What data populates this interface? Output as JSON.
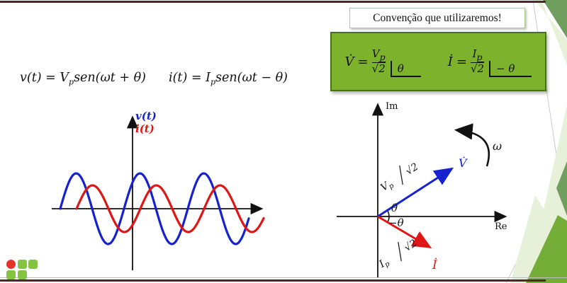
{
  "slide": {
    "title_box": {
      "text": "Convenção que utilizaremos!"
    },
    "convention_box": {
      "voltage": {
        "symbol": "V̇",
        "equals": "=",
        "num": "V",
        "num_sub": "p",
        "den_root": "√",
        "den_val": "2",
        "angle": "θ"
      },
      "current": {
        "symbol": "İ",
        "equals": "=",
        "num": "I",
        "num_sub": "p",
        "den_root": "√",
        "den_val": "2",
        "angle": "− θ"
      }
    },
    "time_equations": {
      "voltage": {
        "lhs": "v(t) = ",
        "amp": "V",
        "amp_sub": "p",
        "rest": "sen(ωt + θ)"
      },
      "current": {
        "lhs": "i(t) = ",
        "amp": "I",
        "amp_sub": "p",
        "rest": "sen(ωt − θ)"
      }
    },
    "waveform": {
      "labels": {
        "v": "v(t)",
        "i": "i(t)"
      },
      "axis": {
        "baseline": 295
      },
      "series": [
        {
          "name": "v(t)",
          "color": "#1622cf",
          "amp": 50,
          "period": 90,
          "zero_x": 85,
          "start": 85,
          "end": 352
        },
        {
          "name": "i(t)",
          "color": "#e01616",
          "amp": 33,
          "period": 90,
          "zero_x": 108,
          "start": 108,
          "end": 372
        }
      ],
      "phase_shift_deg": 92
    },
    "phasor": {
      "im_label": "Im",
      "re_label": "Re",
      "omega_label": "ω",
      "v_label": "V̇",
      "i_label": "İ",
      "theta_label": "θ",
      "neg_theta_label": "−θ",
      "v_mag": {
        "num": "V",
        "sub": "p",
        "den": "√2"
      },
      "i_mag": {
        "num": "I",
        "sub": "p",
        "den": "√2"
      },
      "v_angle_deg": 33,
      "i_angle_deg": -31
    },
    "colors": {
      "accent_green": "#7db22d",
      "box_border": "#46701d",
      "title_border": "#a9cc8a",
      "pale_green": "#e7f1da",
      "sage_green": "#6f9e5e",
      "vivid_green": "#74ad37",
      "maroon": "#4e262b",
      "blue": "#1622cf",
      "red": "#e01616",
      "logo_red": "#e63329",
      "logo_green": "#85c440",
      "hairline": "#c8c8c8"
    }
  }
}
